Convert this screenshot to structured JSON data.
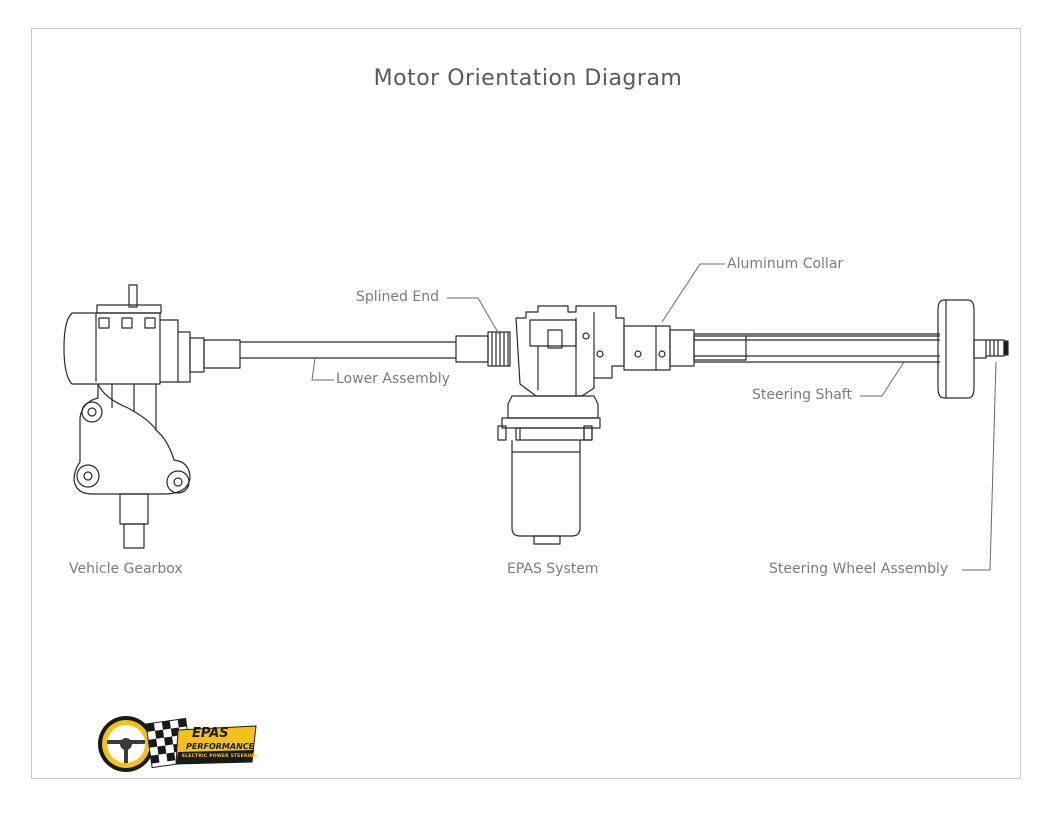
{
  "title": "Motor Orientation Diagram",
  "labels": {
    "splined_end": "Splined End",
    "lower_assembly": "Lower Assembly",
    "aluminum_collar": "Aluminum Collar",
    "steering_shaft": "Steering Shaft",
    "vehicle_gearbox": "Vehicle Gearbox",
    "epas_system": "EPAS System",
    "steering_wheel_assembly": "Steering Wheel Assembly"
  },
  "logo": {
    "line1": "EPAS",
    "line2": "PERFORMANCE",
    "tagline": "ELECTRIC POWER STEERING",
    "accent_color": "#f2c21a",
    "dark_color": "#1a1a1a"
  },
  "colors": {
    "line": "#2a2a2a",
    "label": "#7b7b7b",
    "frame": "#c8c8c8"
  }
}
